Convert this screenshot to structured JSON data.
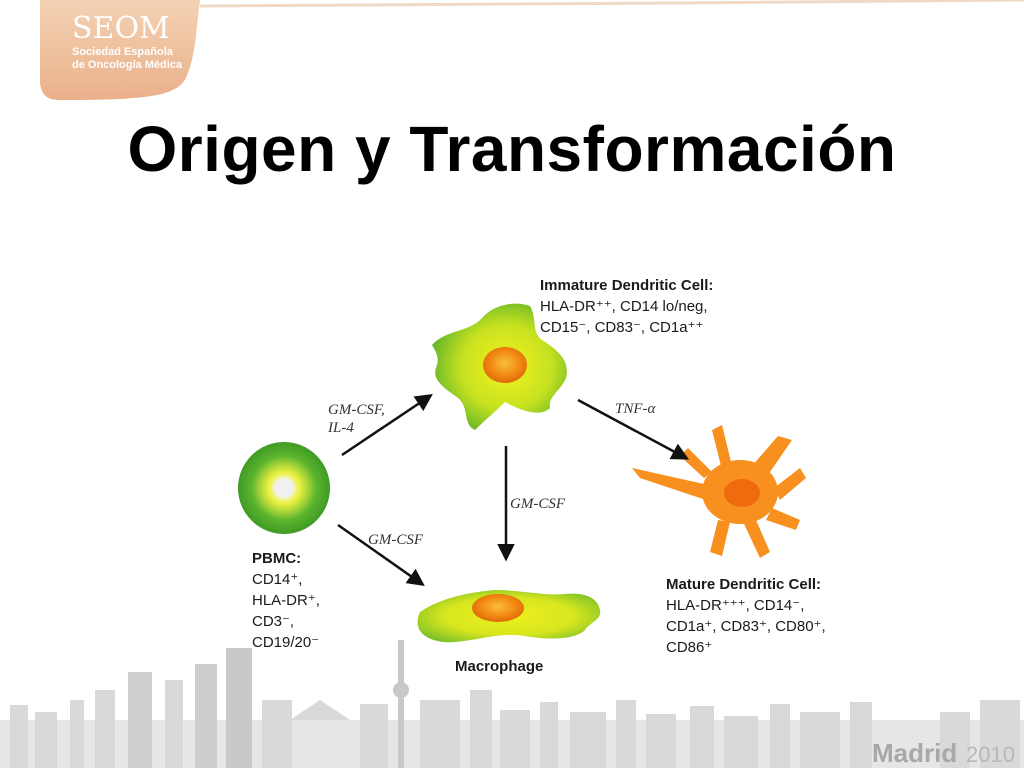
{
  "header": {
    "logo_name": "SEOM",
    "logo_line1": "Sociedad Española",
    "logo_line2": "de Oncología Médica"
  },
  "title": "Origen y Transformación",
  "diagram": {
    "pbmc": {
      "heading": "PBMC:",
      "lines": [
        "CD14⁺,",
        "HLA-DR⁺,",
        "CD3⁻,",
        "CD19/20⁻"
      ]
    },
    "immature": {
      "heading": "Immature Dendritic Cell:",
      "lines": [
        "HLA-DR⁺⁺, CD14 lo/neg,",
        "CD15⁻, CD83⁻, CD1a⁺⁺"
      ]
    },
    "mature": {
      "heading": "Mature Dendritic Cell:",
      "lines": [
        "HLA-DR⁺⁺⁺, CD14⁻,",
        "CD1a⁺, CD83⁺, CD80⁺,",
        "CD86⁺"
      ]
    },
    "macrophage": {
      "label": "Macrophage"
    },
    "arrows": {
      "pbmc_to_immature": [
        "GM-CSF,",
        "IL-4"
      ],
      "immature_to_mature": "TNF-α",
      "immature_to_macrophage": "GM-CSF",
      "pbmc_to_macrophage": "GM-CSF"
    }
  },
  "footer": {
    "city": "Madrid",
    "year": "2010"
  },
  "colors": {
    "logo_bg": "#f2c9a6",
    "logo_text": "#ffffff",
    "cell_green": "#55b12a",
    "cell_yellow": "#e8ef1a",
    "nucleus_orange": "#f08a12",
    "mature_orange": "#f7901e",
    "skyline": "#d8d8d8"
  }
}
